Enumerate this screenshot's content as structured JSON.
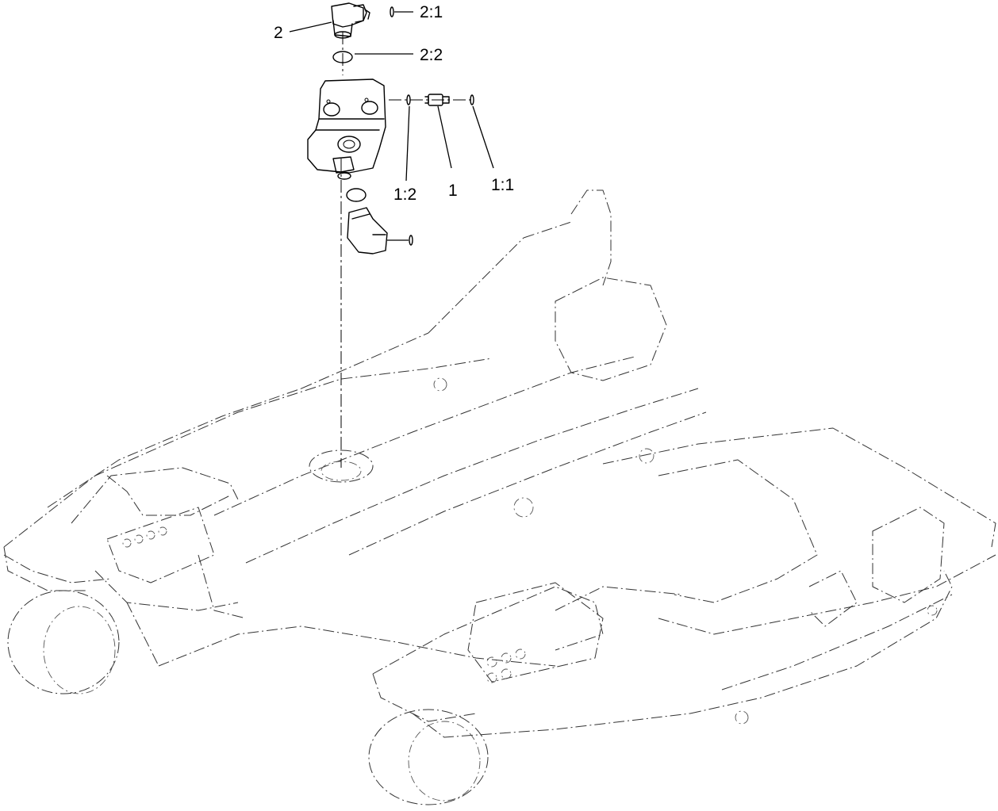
{
  "callouts": [
    {
      "id": "2:1",
      "text": "2:1"
    },
    {
      "id": "2",
      "text": "2"
    },
    {
      "id": "2:2",
      "text": "2:2"
    },
    {
      "id": "1:2",
      "text": "1:2"
    },
    {
      "id": "1",
      "text": "1"
    },
    {
      "id": "1:1",
      "text": "1:1"
    }
  ]
}
